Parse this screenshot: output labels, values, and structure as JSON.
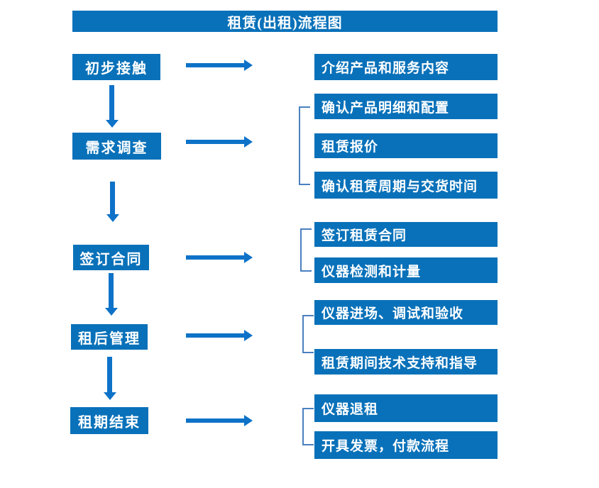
{
  "title": "租赁(出租)流程图",
  "colors": {
    "box": "#0971b9",
    "arrow": "#0d72c8",
    "bracket": "#4a80c0",
    "text": "#ffffff"
  },
  "steps": [
    {
      "label": "初步接触",
      "details": [
        "介绍产品和服务内容"
      ]
    },
    {
      "label": "需求调查",
      "details": [
        "确认产品明细和配置",
        "租赁报价",
        "确认租赁周期与交货时间"
      ]
    },
    {
      "label": "签订合同",
      "details": [
        "签订租赁合同",
        "仪器检测和计量"
      ]
    },
    {
      "label": "租后管理",
      "details": [
        "仪器进场、调试和验收",
        "租赁期间技术支持和指导"
      ]
    },
    {
      "label": "租期结束",
      "details": [
        "仪器退租",
        "开具发票，付款流程"
      ]
    }
  ]
}
